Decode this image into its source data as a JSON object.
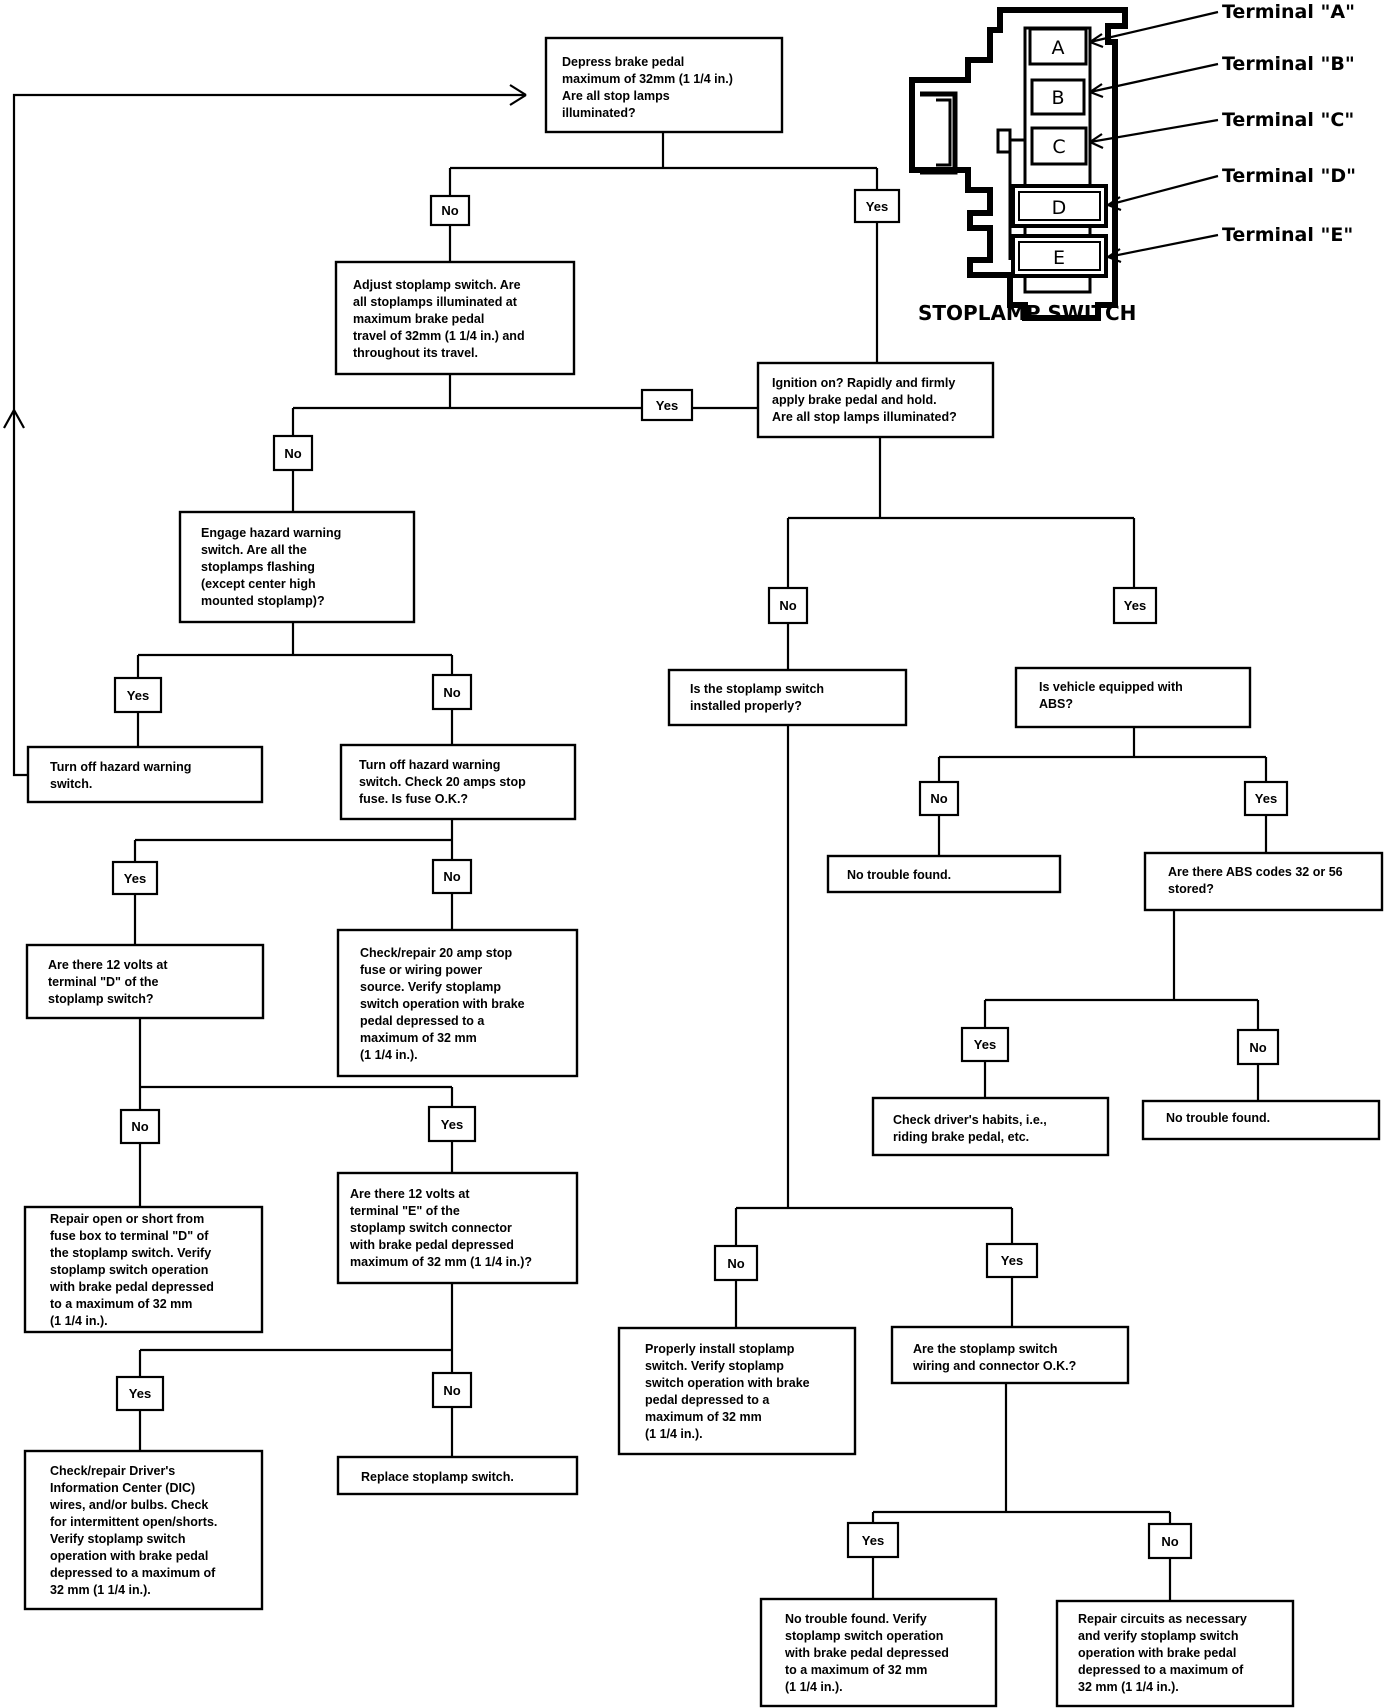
{
  "stoplamp_switch": {
    "caption": "STOPLAMP SWITCH",
    "slots": [
      "A",
      "B",
      "C",
      "D",
      "E"
    ],
    "terminals": [
      "Terminal \"A\"",
      "Terminal \"B\"",
      "Terminal \"C\"",
      "Terminal \"D\"",
      "Terminal \"E\""
    ]
  },
  "labels": {
    "yes": "Yes",
    "no": "No"
  },
  "boxes": {
    "start": [
      "Depress brake pedal",
      "maximum of 32mm (1 1/4 in.)",
      "Are all stop lamps",
      "illuminated?"
    ],
    "adjust": [
      "Adjust stoplamp switch. Are",
      "all stoplamps illuminated at",
      "maximum brake pedal",
      "travel of 32mm (1 1/4 in.) and",
      "throughout its travel."
    ],
    "ignition": [
      "Ignition on? Rapidly and firmly",
      "apply brake pedal and hold.",
      "Are all stop lamps illuminated?"
    ],
    "hazard": [
      "Engage hazard warning",
      "switch. Are all the",
      "stoplamps flashing",
      "(except center high",
      "mounted stoplamp)?"
    ],
    "installed": [
      "Is the stoplamp switch",
      "installed properly?"
    ],
    "abs": [
      "Is vehicle equipped with",
      "ABS?"
    ],
    "turn_off": [
      "Turn off hazard warning",
      "switch."
    ],
    "fuse": [
      "Turn off hazard warning",
      "switch. Check 20 amps stop",
      "fuse. Is fuse O.K.?"
    ],
    "ntf1": [
      "No trouble found."
    ],
    "abs_codes": [
      "Are there ABS codes 32 or 56",
      "stored?"
    ],
    "volts_d": [
      "Are there 12 volts at",
      "terminal \"D\" of the",
      "stoplamp switch?"
    ],
    "repair_fuse": [
      "Check/repair 20 amp stop",
      "fuse or wiring power",
      "source. Verify stoplamp",
      "switch operation with brake",
      "pedal depressed to a",
      "maximum of 32 mm",
      "(1 1/4 in.)."
    ],
    "habits": [
      "Check driver's habits, i.e.,",
      "riding brake pedal, etc."
    ],
    "ntf2": [
      "No trouble found."
    ],
    "repair_open": [
      "Repair open or short from",
      "fuse box to terminal \"D\" of",
      "the stoplamp switch. Verify",
      "stoplamp switch operation",
      "with brake pedal depressed",
      "to a maximum of 32 mm",
      "(1 1/4 in.)."
    ],
    "volts_e": [
      "Are there 12 volts at",
      "terminal \"E\" of the",
      "stoplamp switch connector",
      "with brake pedal depressed",
      "maximum of 32 mm (1 1/4 in.)?"
    ],
    "install": [
      "Properly install stoplamp",
      "switch. Verify stoplamp",
      "switch operation with brake",
      "pedal depressed to a",
      "maximum of 32 mm",
      "(1 1/4 in.)."
    ],
    "wiring": [
      "Are the stoplamp switch",
      "wiring and connector O.K.?"
    ],
    "dic": [
      "Check/repair Driver's",
      "Information Center (DIC)",
      "wires, and/or bulbs. Check",
      "for intermittent open/shorts.",
      "Verify stoplamp switch",
      "operation with brake pedal",
      "depressed to a maximum of",
      "32 mm (1 1/4 in.)."
    ],
    "replace": [
      "Replace stoplamp switch."
    ],
    "ntf_verify": [
      "No trouble found. Verify",
      "stoplamp switch operation",
      "with brake pedal depressed",
      "to a maximum of 32 mm",
      "(1 1/4 in.)."
    ],
    "repair_circuits": [
      "Repair circuits as necessary",
      "and verify stoplamp switch",
      "operation with brake pedal",
      "depressed to a maximum of",
      "32 mm (1 1/4 in.)."
    ]
  }
}
